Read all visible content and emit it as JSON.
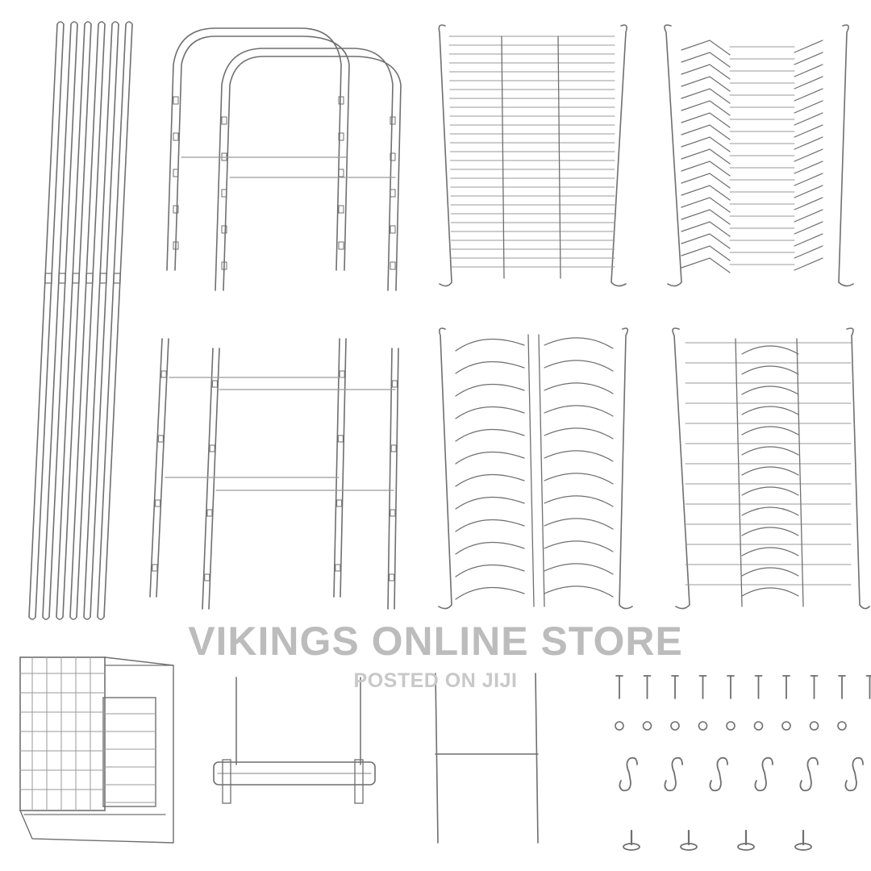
{
  "watermark": {
    "title": "VIKINGS ONLINE STORE",
    "subtitle": "POSTED ON JIJI",
    "color": "#bcbcbc"
  },
  "palette": {
    "wire": "#6f6f6f",
    "wire_light": "#9a9a9a",
    "background": "#ffffff"
  },
  "parts": [
    {
      "name": "long-poles",
      "count": 6
    },
    {
      "name": "u-frames",
      "count": 2
    },
    {
      "name": "side-posts",
      "count": 4
    },
    {
      "name": "flat-drying-rack",
      "count": 1
    },
    {
      "name": "plate-rack-angled",
      "count": 1
    },
    {
      "name": "plate-rack-curved",
      "count": 1
    },
    {
      "name": "plate-rack-flat-curved",
      "count": 1
    },
    {
      "name": "utensil-basket",
      "count": 1
    },
    {
      "name": "towel-bar",
      "count": 1
    },
    {
      "name": "cup-holder-frame",
      "count": 1
    },
    {
      "name": "screws",
      "count": 10
    },
    {
      "name": "washers",
      "count": 9
    },
    {
      "name": "s-hooks",
      "count": 6
    },
    {
      "name": "feet",
      "count": 4
    }
  ]
}
